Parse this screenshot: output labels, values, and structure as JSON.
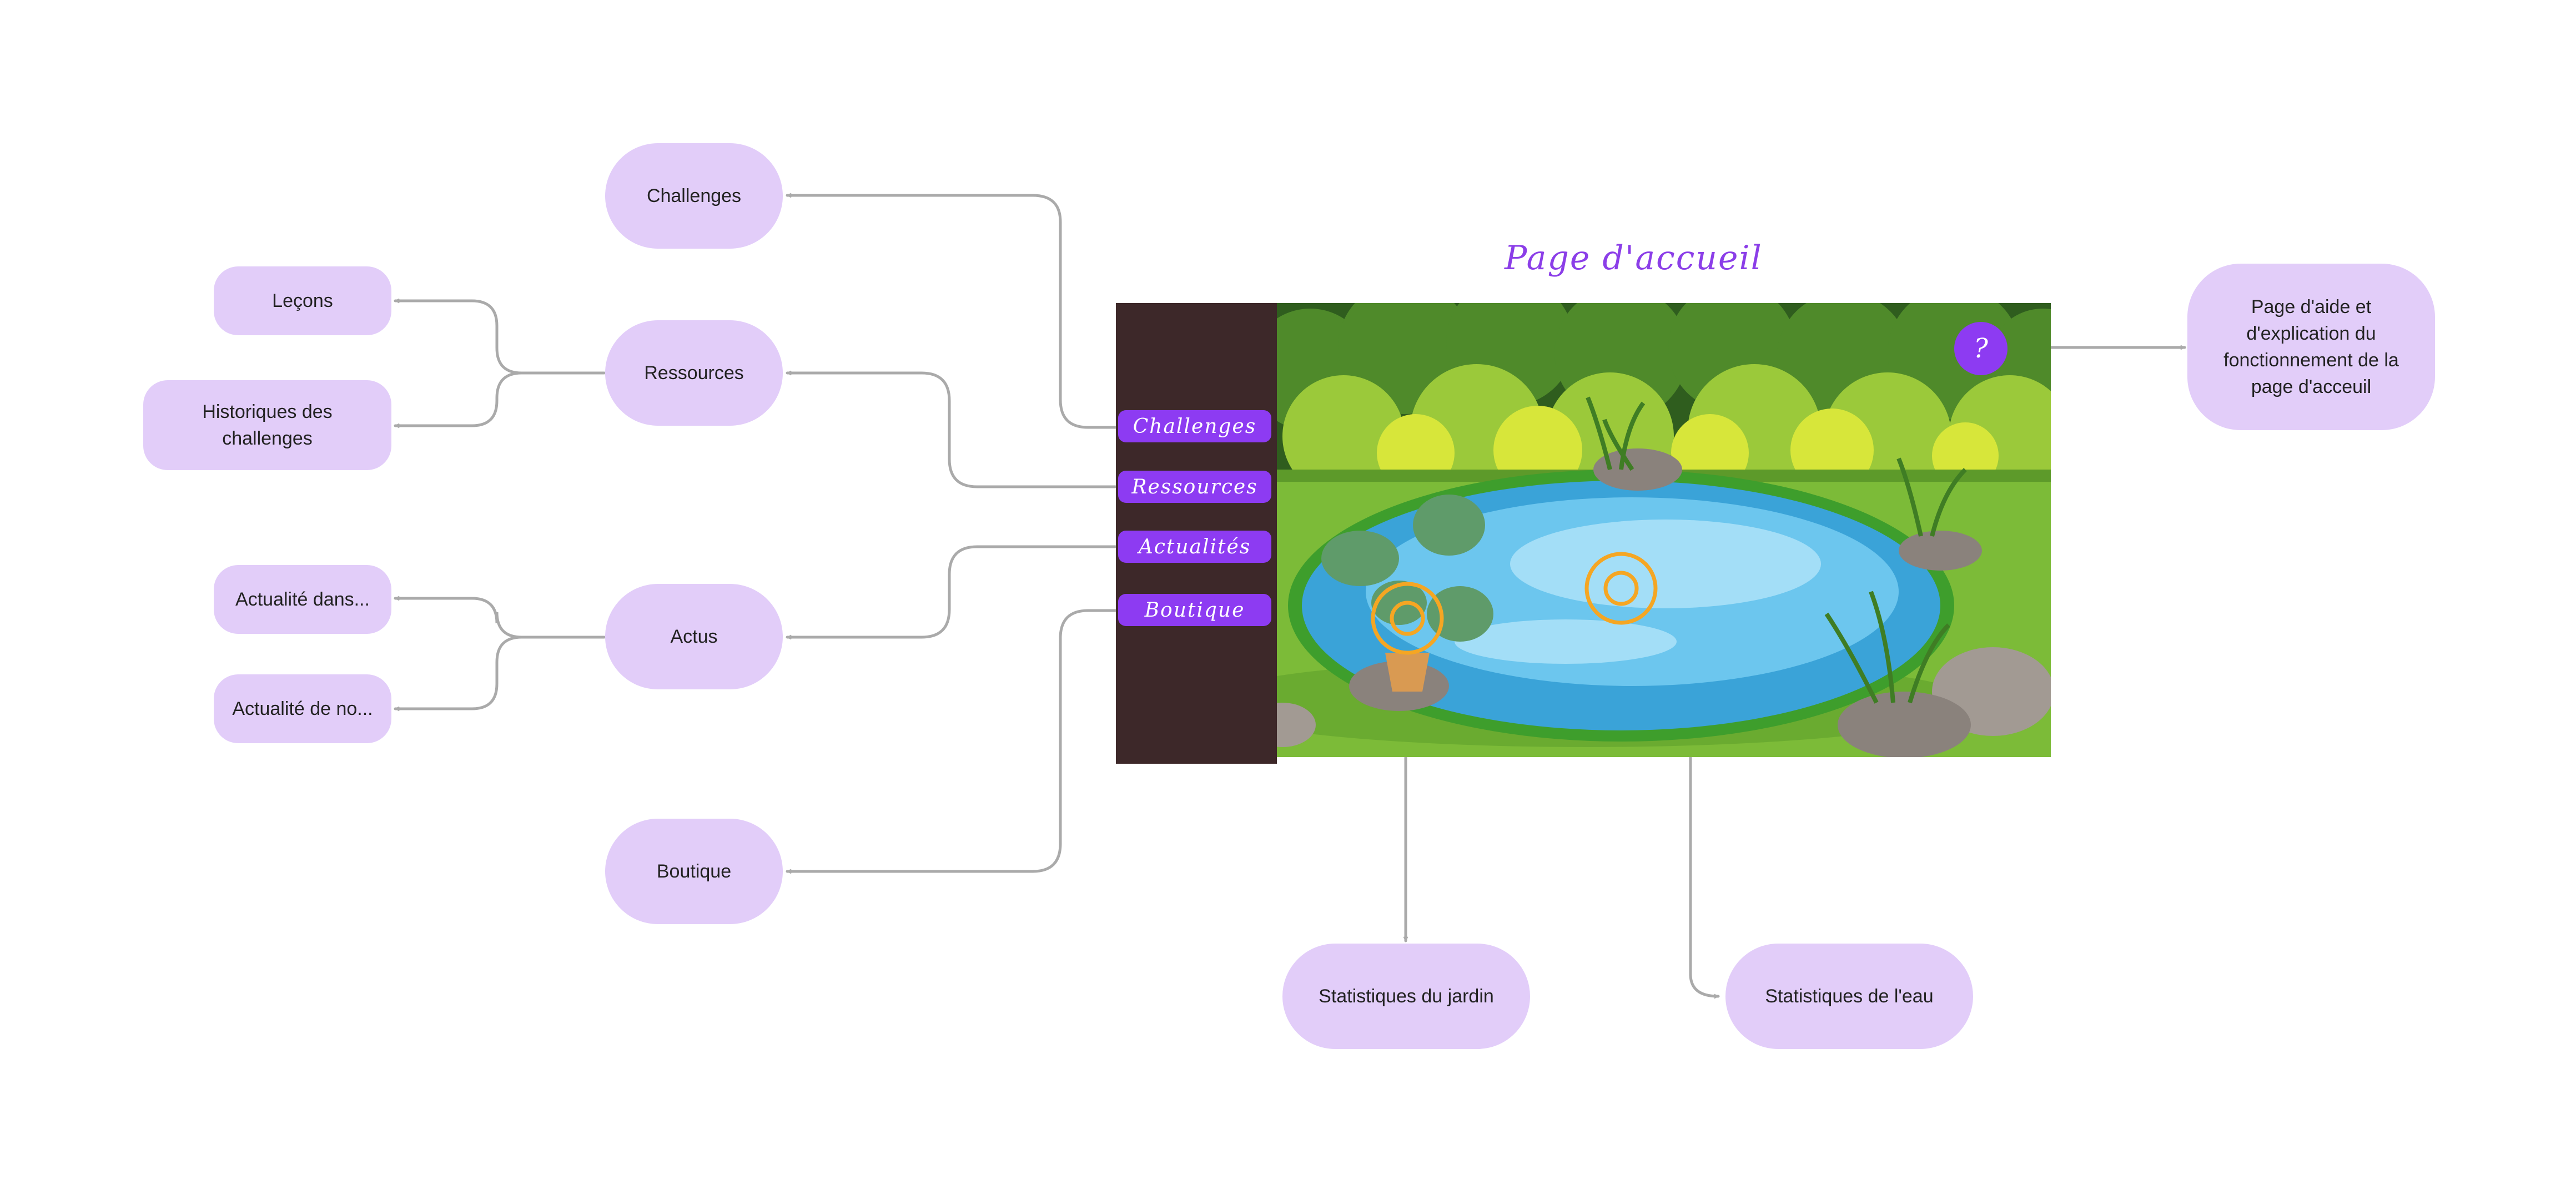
{
  "page_title": "Page d'accueil",
  "menu": {
    "challenges": "Challenges",
    "ressources": "Ressources",
    "actualites": "Actualités",
    "boutique": "Boutique"
  },
  "help_button": "?",
  "nodes": {
    "challenges": "Challenges",
    "ressources": "Ressources",
    "lecons": "Leçons",
    "historiques": "Historiques des challenges",
    "actus": "Actus",
    "actualite_dans": "Actualité dans...",
    "actualite_de_no": "Actualité de no...",
    "boutique": "Boutique",
    "stats_jardin": "Statistiques du jardin",
    "stats_eau": "Statistiques de l'eau",
    "aide": "Page d'aide et d'explication du fonctionnement de la page d'acceuil"
  },
  "colors": {
    "node_fill": "#e2cdf9",
    "accent": "#8d3bf2",
    "sidebar": "#3d2829",
    "connector": "#aaaaaa",
    "hotspot": "#f5a623"
  },
  "icons": [
    "help-icon",
    "garden-hotspot-icon",
    "water-hotspot-icon"
  ]
}
